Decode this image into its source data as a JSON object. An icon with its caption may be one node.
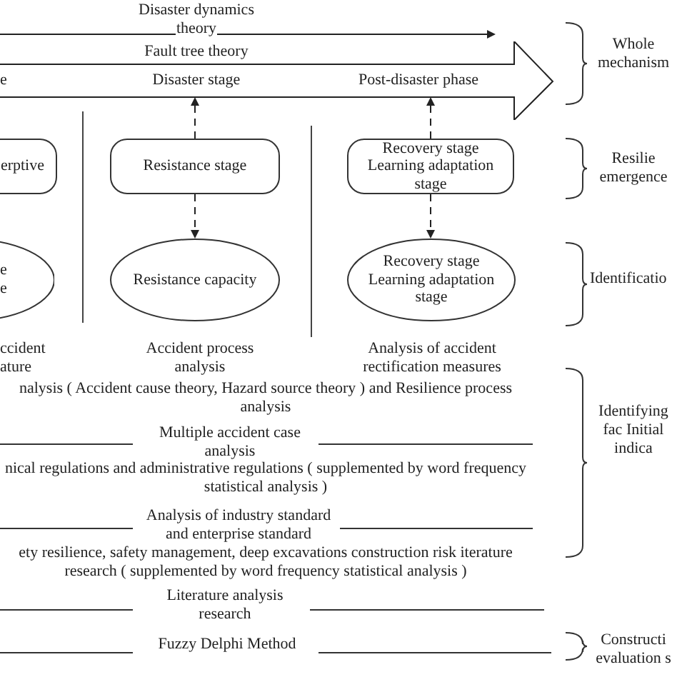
{
  "diagram": {
    "nodes": [
      {
        "text": [
          "e",
          "Disaster stage",
          "Post-disaster phase"
        ]
      },
      {
        "text": [
          "erptive"
        ]
      },
      {
        "text": [
          "Resistance stage"
        ]
      },
      {
        "text": [
          "Recovery stage Learning adaptation stage"
        ]
      },
      {
        "text": [
          "e",
          "e"
        ]
      },
      {
        "text": [
          "Resistance capacity"
        ]
      },
      {
        "text": [
          "Recovery stage Learning adaptation stage"
        ]
      }
    ],
    "edges": [
      {
        "from": 2,
        "to": 0,
        "arrow": "to",
        "style": "dashed"
      },
      {
        "from": 3,
        "to": 0,
        "arrow": "to",
        "style": "dashed"
      },
      {
        "from": 2,
        "to": 5,
        "arrow": "to",
        "style": "dashed"
      },
      {
        "from": 3,
        "to": 6,
        "arrow": "to",
        "style": "dashed"
      }
    ],
    "labels": [
      "Disaster dynamics theory",
      "Fault tree theory",
      "Whole mechanism",
      "Resilie emergence",
      "Identificatio",
      "ccident ature",
      "Accident process analysis",
      "Analysis of accident rectification measures",
      "nalysis ( Accident cause theory, Hazard source theory ) and Resilience process analysis",
      "Identifying fac Initial indica",
      "Multiple accident case analysis",
      "nical regulations and administrative regulations ( supplemented by word frequency statistical analysis )",
      "Analysis of industry standard and enterprise standard",
      "ety resilience, safety management, deep excavations construction risk iterature research ( supplemented by word frequency statistical analysis )",
      "Literature analysis research",
      "Fuzzy Delphi Method",
      "Constructi evaluation s"
    ]
  }
}
